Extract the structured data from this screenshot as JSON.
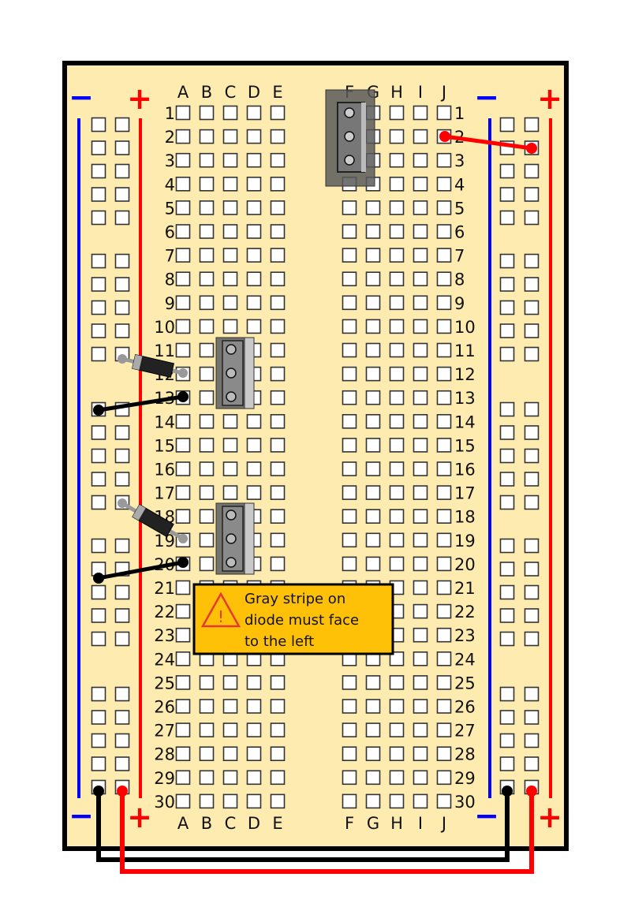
{
  "columns_left": [
    "A",
    "B",
    "C",
    "D",
    "E"
  ],
  "columns_right": [
    "F",
    "G",
    "H",
    "I",
    "J"
  ],
  "rows": [
    "1",
    "2",
    "3",
    "4",
    "5",
    "6",
    "7",
    "8",
    "9",
    "10",
    "11",
    "12",
    "13",
    "14",
    "15",
    "16",
    "17",
    "18",
    "19",
    "20",
    "21",
    "22",
    "23",
    "24",
    "25",
    "26",
    "27",
    "28",
    "29",
    "30"
  ],
  "rails": {
    "minus": "−",
    "plus": "+"
  },
  "colors": {
    "board": "#FDEBB0",
    "outline": "#000000",
    "hole_fill": "#FFFFFF",
    "hole_stroke": "#333333",
    "rail_negative": "#0000FF",
    "rail_positive": "#FF0000",
    "wire_black": "#000000",
    "wire_red": "#FF0000",
    "warning_fill": "#FFC107"
  },
  "components": {
    "regulator": "voltage-regulator-3-pin",
    "transistors": [
      "transistor-3-pin",
      "transistor-3-pin"
    ],
    "diodes": [
      "diode",
      "diode"
    ]
  },
  "note": {
    "icon": "warning-triangle-icon",
    "line1": "Gray stripe on",
    "line2": "diode must face",
    "line3": "to the left"
  }
}
